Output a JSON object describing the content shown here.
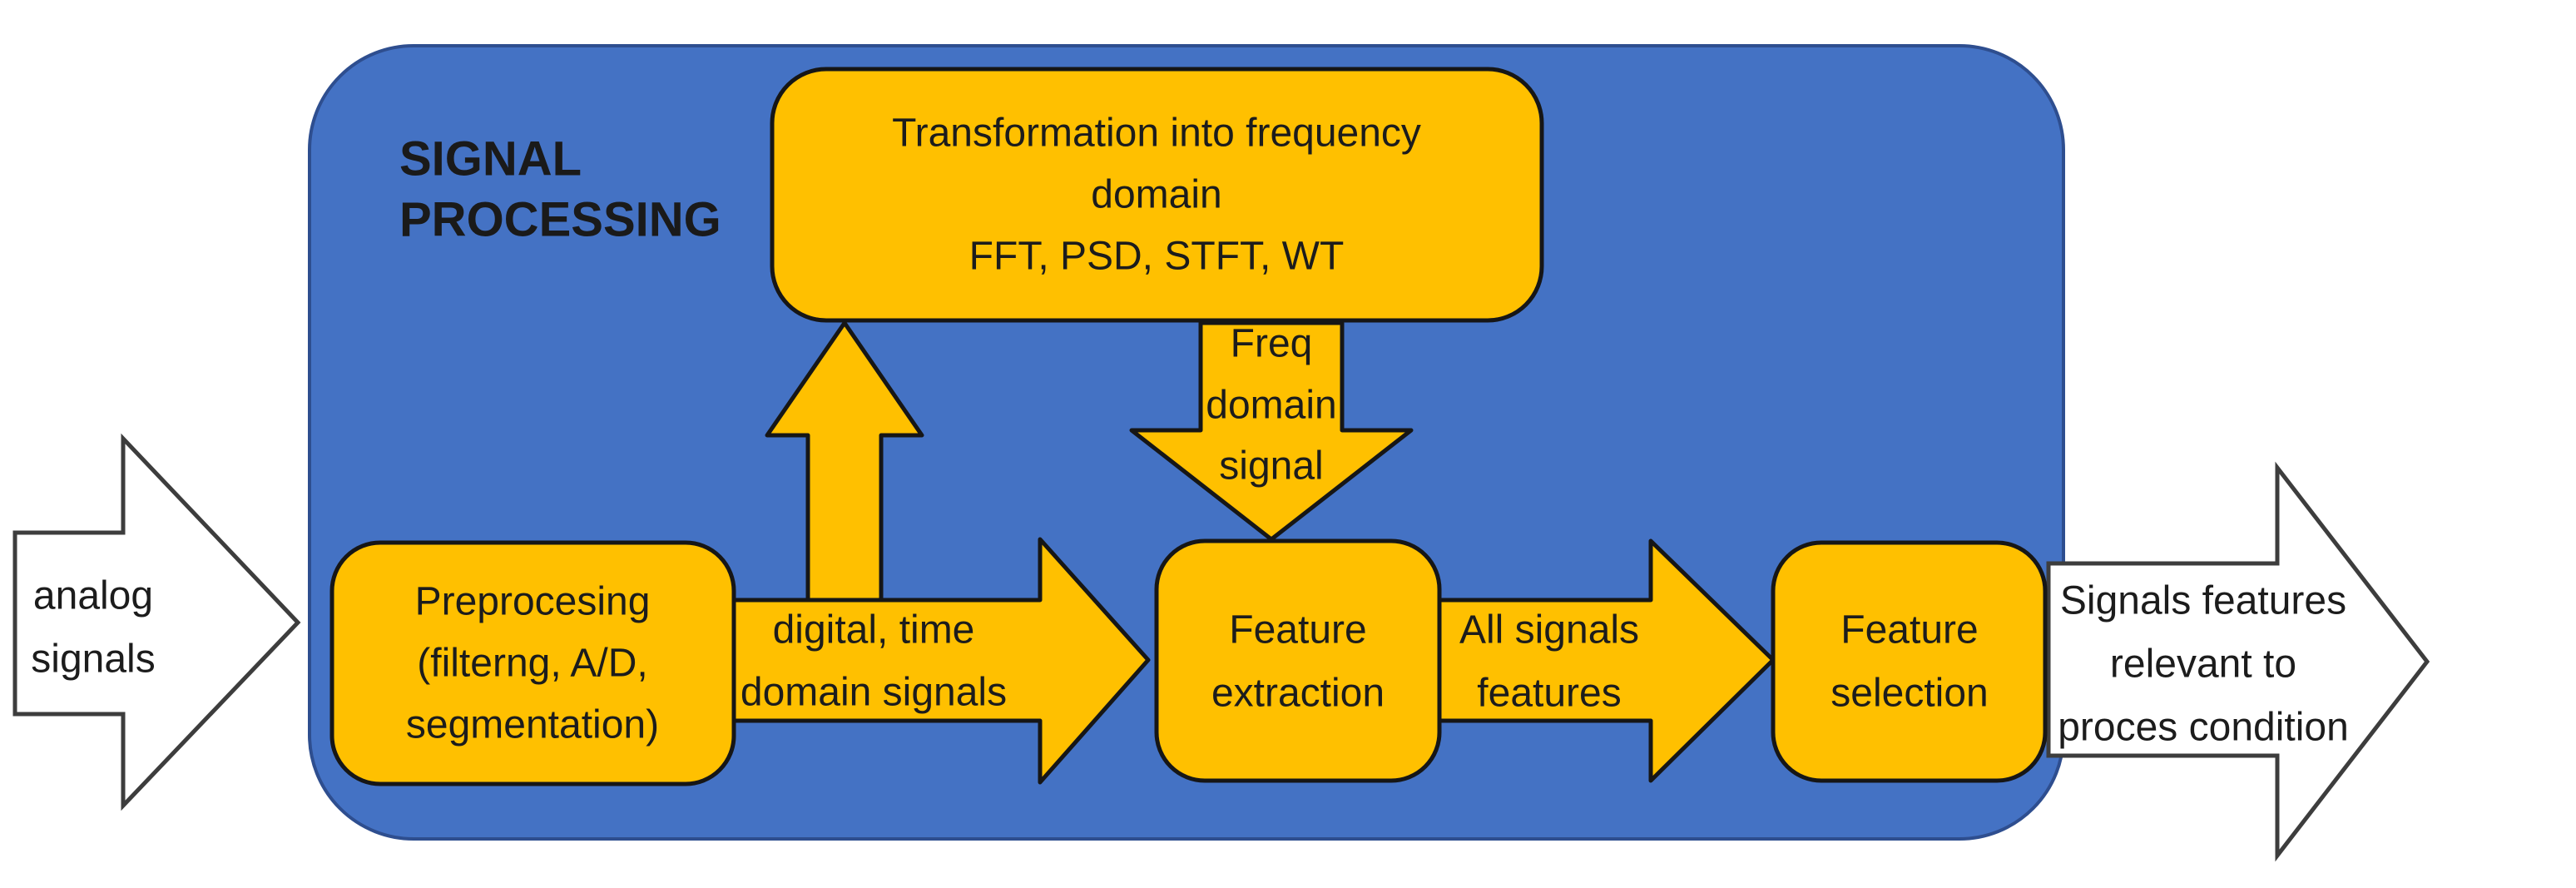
{
  "colors": {
    "container_blue": "#4472C4",
    "container_border": "#2E4E8F",
    "shape_orange": "#FFC000",
    "shape_border": "#161616",
    "io_arrow_fill": "#FFFFFF",
    "io_arrow_border": "#3D3D3D",
    "text": "#1C1C1C"
  },
  "container": {
    "title_lines": [
      "SIGNAL",
      "PROCESSING"
    ]
  },
  "boxes": {
    "transformation": {
      "lines": [
        "Transformation into frequency",
        "domain",
        "FFT, PSD, STFT, WT"
      ]
    },
    "preprocessing": {
      "lines": [
        "Preprocesing",
        "(filterng, A/D,",
        "segmentation)"
      ]
    },
    "feature_extraction": {
      "lines": [
        "Feature",
        "extraction"
      ]
    },
    "feature_selection": {
      "lines": [
        "Feature",
        "selection"
      ]
    }
  },
  "arrows": {
    "analog_input": {
      "lines": [
        "analog",
        "signals"
      ]
    },
    "freq_domain": {
      "lines": [
        "Freq",
        "domain",
        "signal"
      ]
    },
    "digital_time": {
      "lines": [
        "digital, time",
        "domain signals"
      ]
    },
    "all_signals": {
      "lines": [
        "All signals",
        "features"
      ]
    },
    "output": {
      "lines": [
        "Signals features",
        "relevant to",
        "proces condition"
      ]
    }
  }
}
